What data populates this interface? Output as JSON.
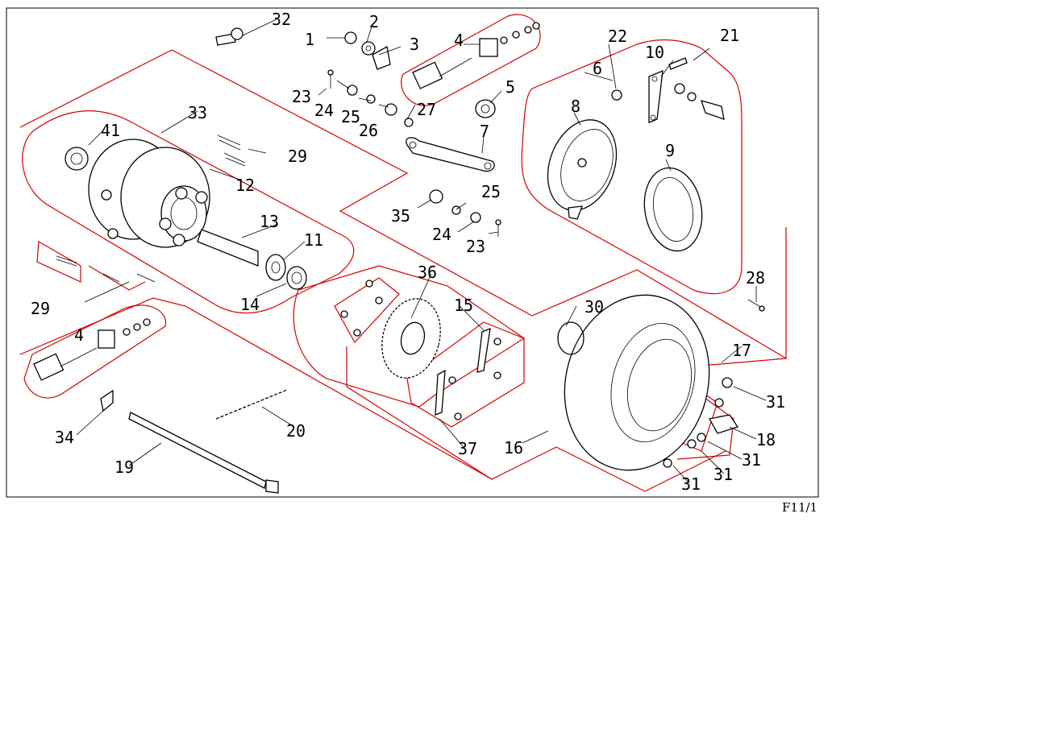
{
  "diagram": {
    "figure_code": "F11/1",
    "callouts": [
      {
        "id": "c1",
        "text": "1"
      },
      {
        "id": "c2",
        "text": "2"
      },
      {
        "id": "c3",
        "text": "3"
      },
      {
        "id": "c4a",
        "text": "4"
      },
      {
        "id": "c4b",
        "text": "4"
      },
      {
        "id": "c5",
        "text": "5"
      },
      {
        "id": "c6",
        "text": "6"
      },
      {
        "id": "c7",
        "text": "7"
      },
      {
        "id": "c8",
        "text": "8"
      },
      {
        "id": "c9",
        "text": "9"
      },
      {
        "id": "c10",
        "text": "10"
      },
      {
        "id": "c11",
        "text": "11"
      },
      {
        "id": "c12",
        "text": "12"
      },
      {
        "id": "c13",
        "text": "13"
      },
      {
        "id": "c14",
        "text": "14"
      },
      {
        "id": "c15",
        "text": "15"
      },
      {
        "id": "c16",
        "text": "16"
      },
      {
        "id": "c17",
        "text": "17"
      },
      {
        "id": "c18",
        "text": "18"
      },
      {
        "id": "c19",
        "text": "19"
      },
      {
        "id": "c20",
        "text": "20"
      },
      {
        "id": "c21",
        "text": "21"
      },
      {
        "id": "c22",
        "text": "22"
      },
      {
        "id": "c23a",
        "text": "23"
      },
      {
        "id": "c23b",
        "text": "23"
      },
      {
        "id": "c24a",
        "text": "24"
      },
      {
        "id": "c24b",
        "text": "24"
      },
      {
        "id": "c25a",
        "text": "25"
      },
      {
        "id": "c25b",
        "text": "25"
      },
      {
        "id": "c26",
        "text": "26"
      },
      {
        "id": "c27",
        "text": "27"
      },
      {
        "id": "c28",
        "text": "28"
      },
      {
        "id": "c29a",
        "text": "29"
      },
      {
        "id": "c29b",
        "text": "29"
      },
      {
        "id": "c30",
        "text": "30"
      },
      {
        "id": "c31a",
        "text": "31"
      },
      {
        "id": "c31b",
        "text": "31"
      },
      {
        "id": "c31c",
        "text": "31"
      },
      {
        "id": "c31d",
        "text": "31"
      },
      {
        "id": "c32",
        "text": "32"
      },
      {
        "id": "c33",
        "text": "33"
      },
      {
        "id": "c34",
        "text": "34"
      },
      {
        "id": "c35",
        "text": "35"
      },
      {
        "id": "c36",
        "text": "36"
      },
      {
        "id": "c37",
        "text": "37"
      },
      {
        "id": "c41",
        "text": "41"
      }
    ]
  }
}
